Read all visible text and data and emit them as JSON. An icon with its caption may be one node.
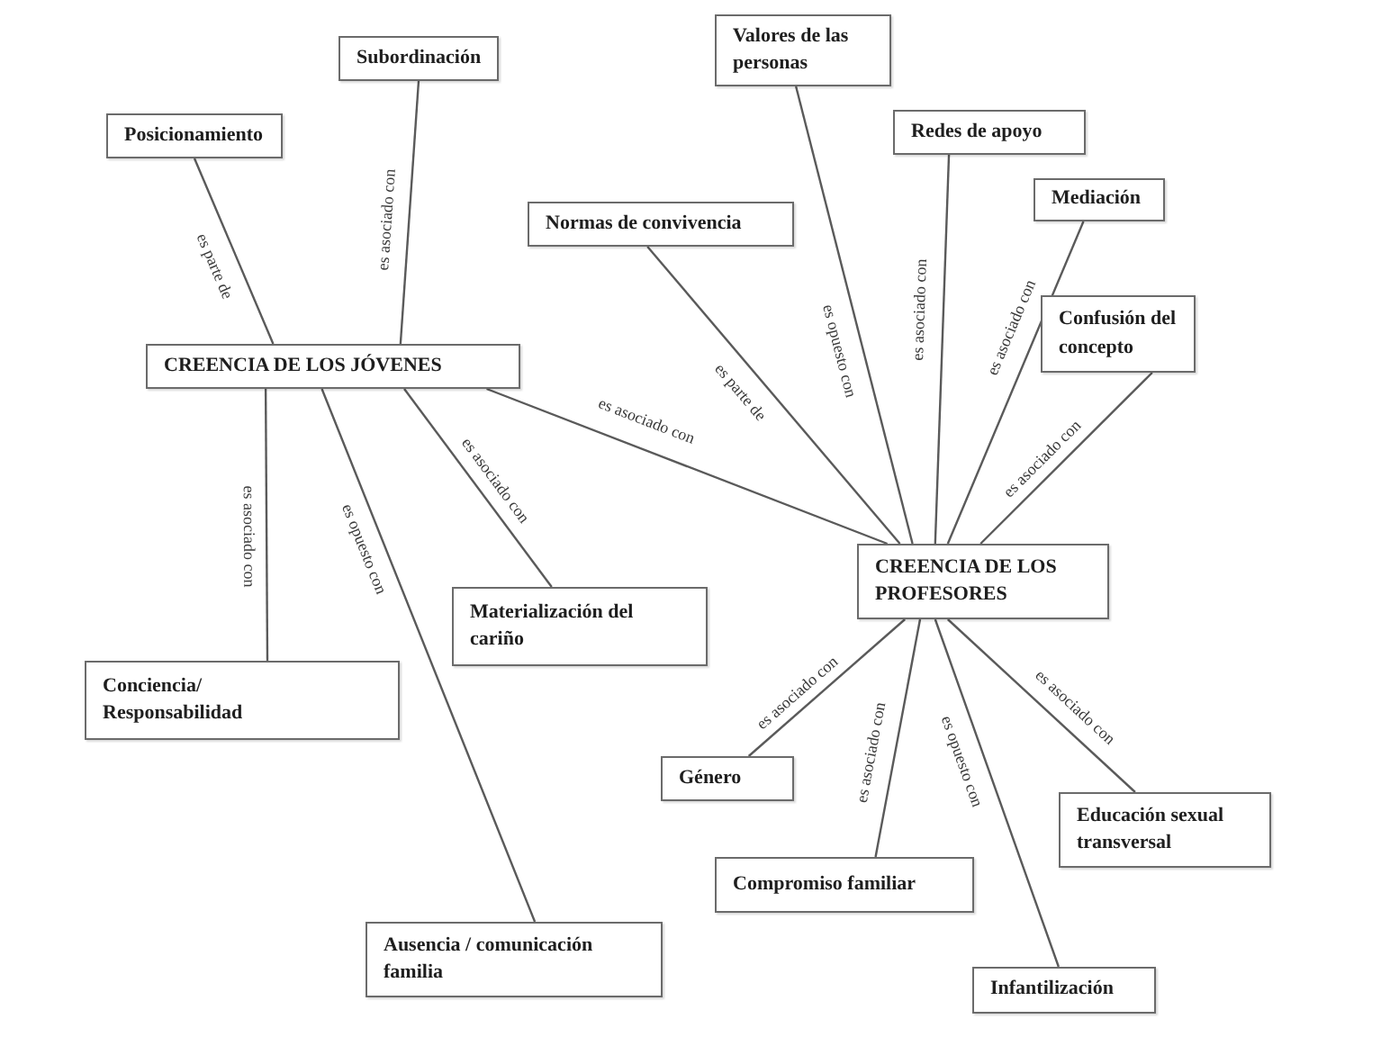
{
  "diagram": {
    "nodes": [
      {
        "text": [
          "Valores de las personas"
        ]
      },
      {
        "text": [
          "Subordinación"
        ]
      },
      {
        "text": [
          "Redes de apoyo"
        ]
      },
      {
        "text": [
          "Posicionamiento"
        ]
      },
      {
        "text": [
          "Mediación"
        ]
      },
      {
        "text": [
          "Normas de convivencia"
        ]
      },
      {
        "text": [
          "Confusión del concepto"
        ]
      },
      {
        "text": [
          "CREENCIA DE LOS JÓVENES"
        ]
      },
      {
        "text": [
          "CREENCIA DE LOS PROFESORES"
        ]
      },
      {
        "text": [
          "Materialización del cariño"
        ]
      },
      {
        "text": [
          "Conciencia/ Responsabilidad"
        ]
      },
      {
        "text": [
          "Género"
        ]
      },
      {
        "text": [
          "Educación sexual transversal"
        ]
      },
      {
        "text": [
          "Compromiso familiar"
        ]
      },
      {
        "text": [
          "Ausencia / comunicación familia"
        ]
      },
      {
        "text": [
          "Infantilización"
        ]
      }
    ],
    "edges": [
      {
        "from": 3,
        "to": 7,
        "label": "es parte de",
        "arrow": "none"
      },
      {
        "from": 1,
        "to": 7,
        "label": "es asociado con",
        "arrow": "none"
      },
      {
        "from": 7,
        "to": 8,
        "label": "es asociado con",
        "arrow": "none"
      },
      {
        "from": 5,
        "to": 8,
        "label": "es parte de",
        "arrow": "none"
      },
      {
        "from": 0,
        "to": 8,
        "label": "es opuesto con",
        "arrow": "none"
      },
      {
        "from": 2,
        "to": 8,
        "label": "es asociado con",
        "arrow": "none"
      },
      {
        "from": 4,
        "to": 8,
        "label": "es asociado con",
        "arrow": "none"
      },
      {
        "from": 6,
        "to": 8,
        "label": "es asociado con",
        "arrow": "none"
      },
      {
        "from": 10,
        "to": 7,
        "label": "es asociado con",
        "arrow": "none"
      },
      {
        "from": 14,
        "to": 7,
        "label": "es opuesto con",
        "arrow": "none"
      },
      {
        "from": 9,
        "to": 7,
        "label": "es asociado con",
        "arrow": "none"
      },
      {
        "from": 11,
        "to": 8,
        "label": "es asociado con",
        "arrow": "none"
      },
      {
        "from": 13,
        "to": 8,
        "label": "es asociado con",
        "arrow": "none"
      },
      {
        "from": 15,
        "to": 8,
        "label": "es opuesto con",
        "arrow": "none"
      },
      {
        "from": 12,
        "to": 8,
        "label": "es asociado con",
        "arrow": "none"
      }
    ]
  }
}
